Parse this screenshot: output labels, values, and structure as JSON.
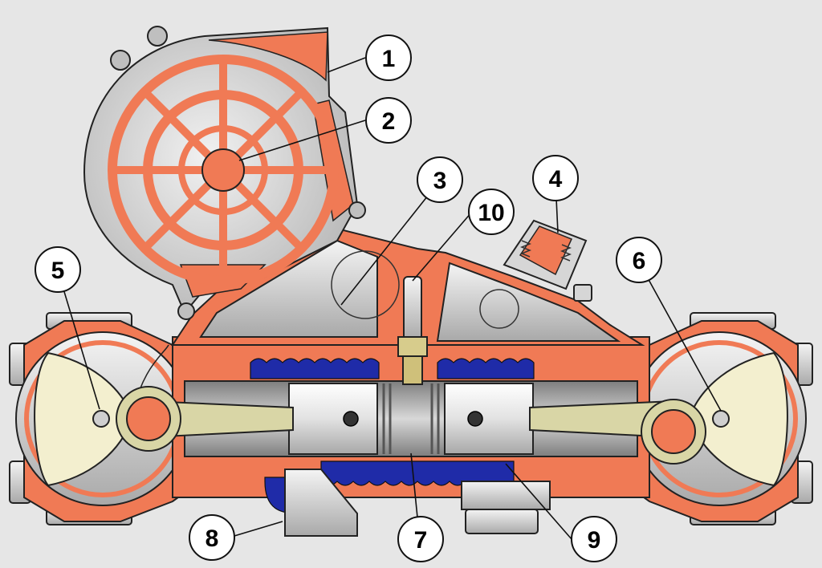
{
  "diagram": {
    "callouts": [
      {
        "id": "1",
        "label": "1"
      },
      {
        "id": "2",
        "label": "2"
      },
      {
        "id": "3",
        "label": "3"
      },
      {
        "id": "4",
        "label": "4"
      },
      {
        "id": "5",
        "label": "5"
      },
      {
        "id": "6",
        "label": "6"
      },
      {
        "id": "7",
        "label": "7"
      },
      {
        "id": "8",
        "label": "8"
      },
      {
        "id": "9",
        "label": "9"
      },
      {
        "id": "10",
        "label": "10"
      }
    ]
  },
  "colors": {
    "background": "#e6e6e6",
    "housing": "#f07a55",
    "metal": "#c9c9c9",
    "coolant": "#1f2ba8",
    "conrod": "#d9d6a6",
    "counterweight": "#f3efcf"
  }
}
